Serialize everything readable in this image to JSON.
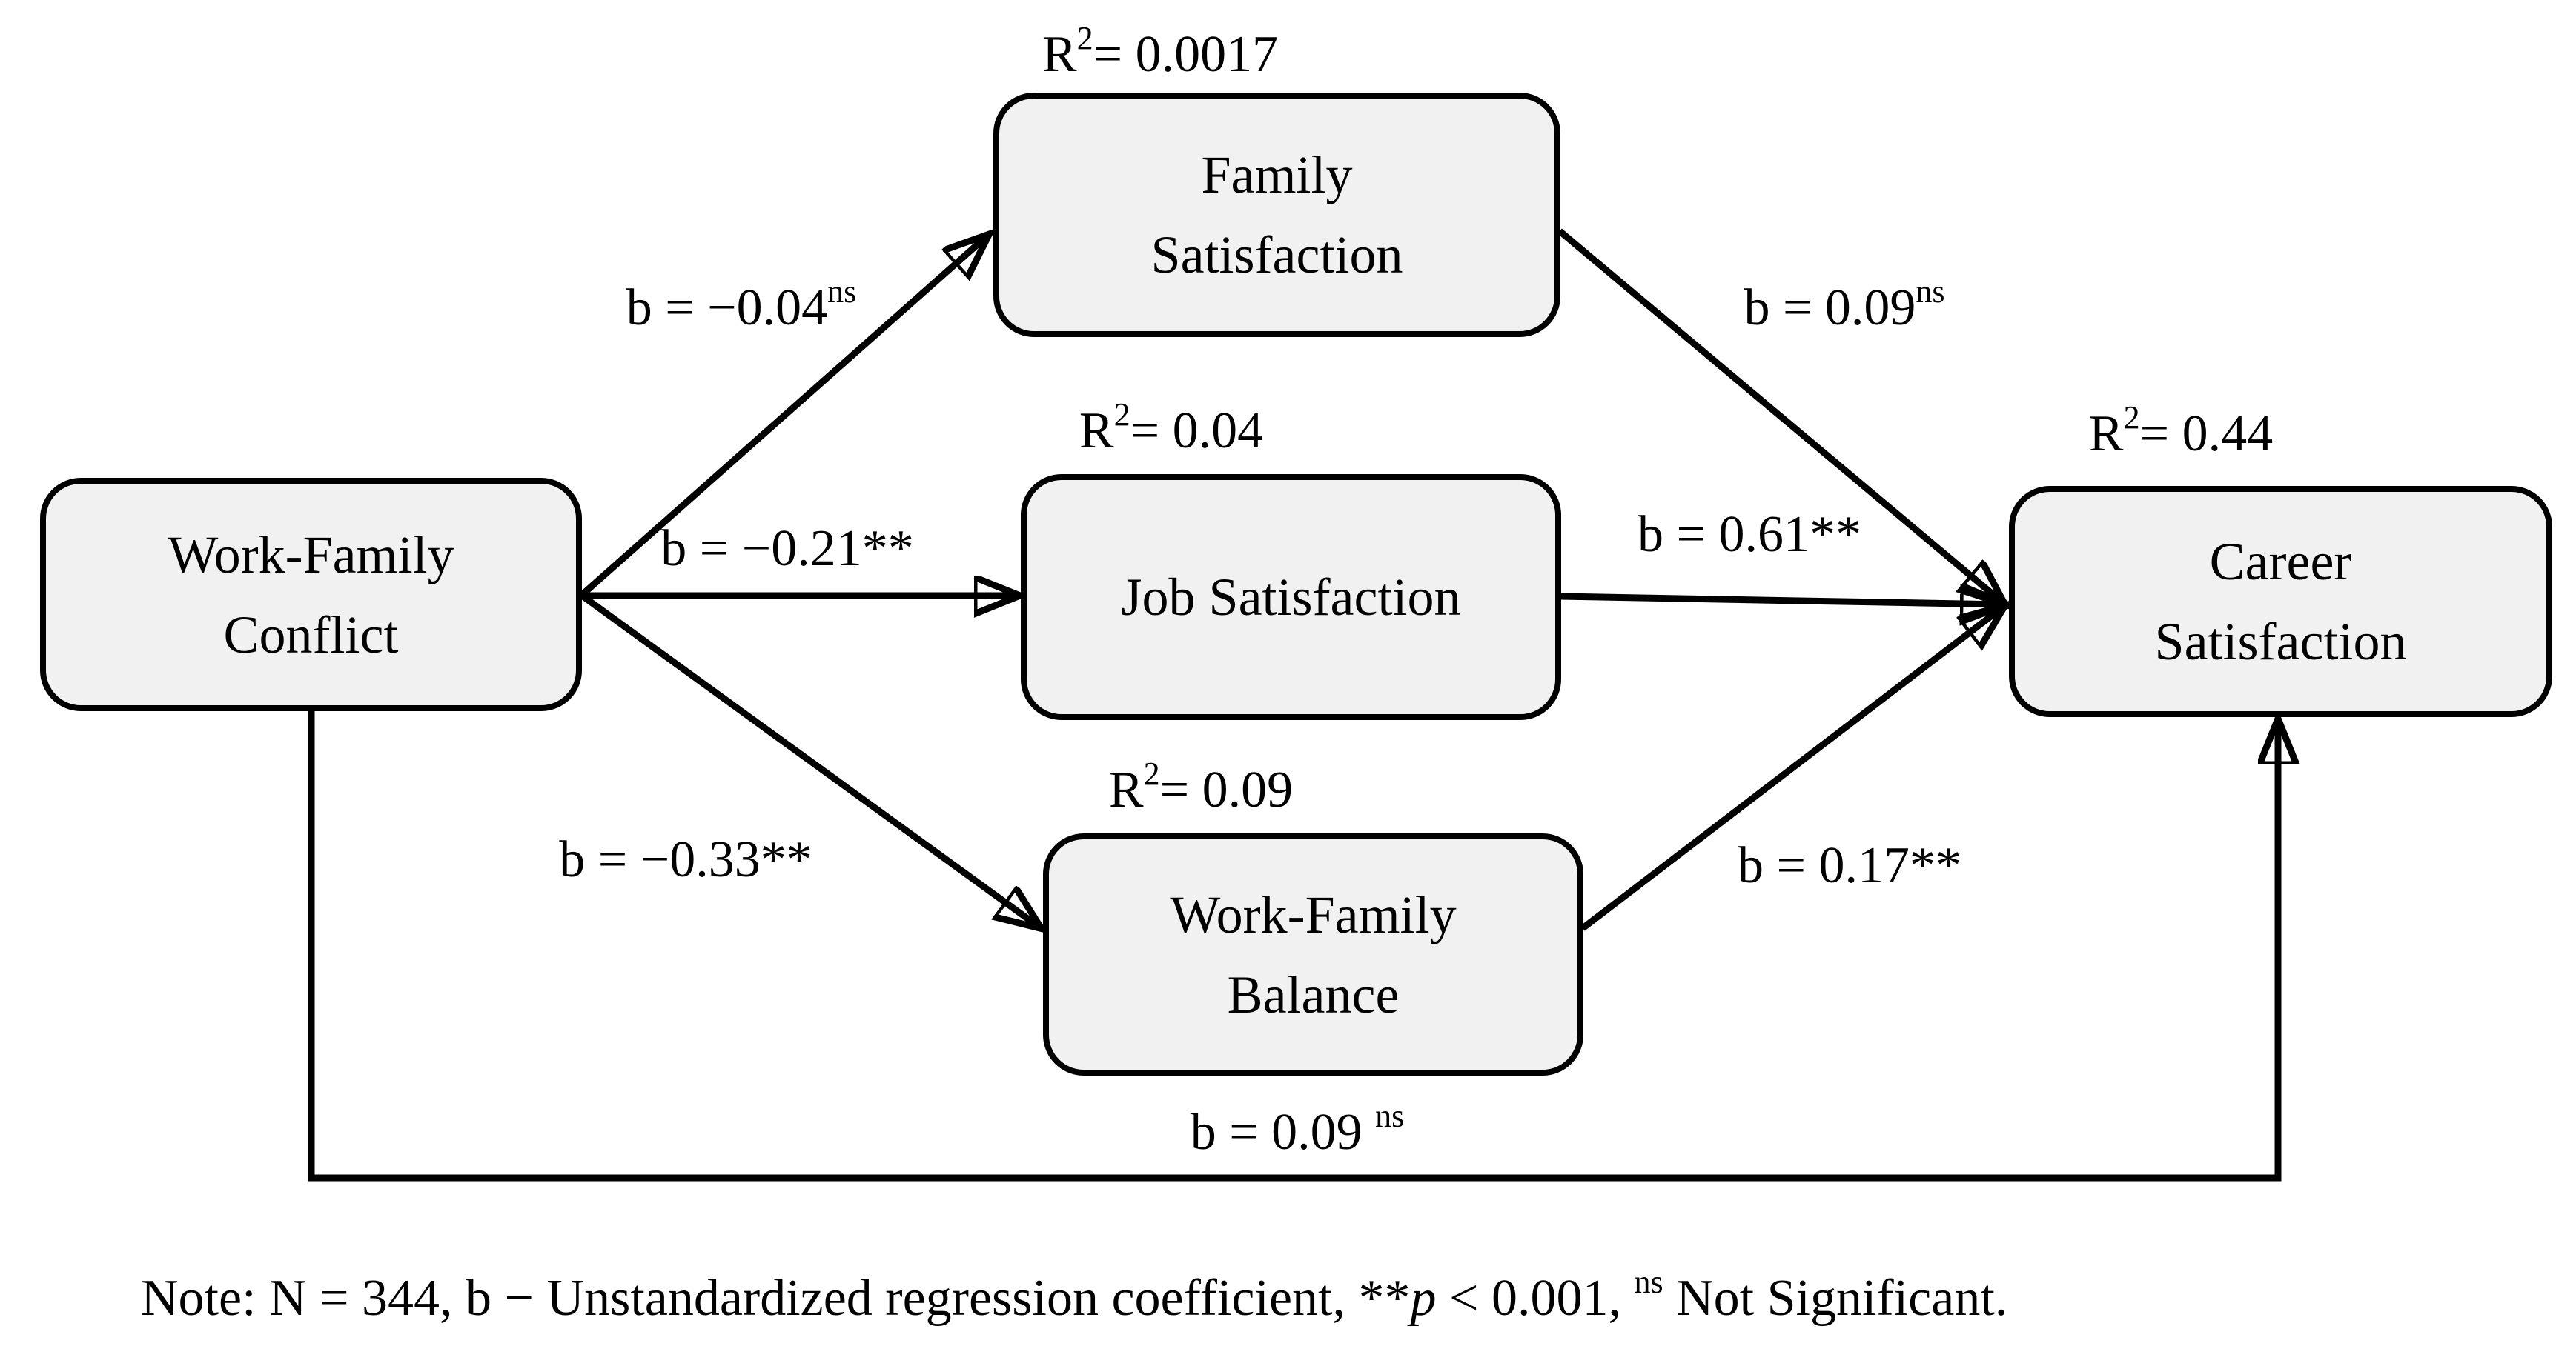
{
  "figure": {
    "background": "#ffffff",
    "box_fill": "#f1f1f1",
    "box_border": "#000000",
    "line_color": "#000000"
  },
  "nodes": {
    "wfc": {
      "line1": "Work-Family",
      "line2": "Conflict"
    },
    "fam": {
      "line1": "Family",
      "line2": "Satisfaction",
      "r2_prefix": "R",
      "r2_sup": "2",
      "r2_rest": "= 0.0017"
    },
    "job": {
      "line1": "Job Satisfaction",
      "r2_prefix": "R",
      "r2_sup": "2",
      "r2_rest": "= 0.04"
    },
    "wfb": {
      "line1": "Work-Family",
      "line2": "Balance",
      "r2_prefix": "R",
      "r2_sup": "2",
      "r2_rest": "= 0.09"
    },
    "car": {
      "line1": "Career",
      "line2": "Satisfaction",
      "r2_prefix": "R",
      "r2_sup": "2",
      "r2_rest": "= 0.44"
    }
  },
  "edges": {
    "wfc_fam": {
      "main": "b = −0.04",
      "sup": "ns"
    },
    "wfc_job": {
      "main": "b = −0.21**",
      "sup": ""
    },
    "wfc_wfb": {
      "main": "b = −0.33**",
      "sup": ""
    },
    "fam_car": {
      "main": "b = 0.09",
      "sup": "ns"
    },
    "job_car": {
      "main": "b = 0.61**",
      "sup": ""
    },
    "wfb_car": {
      "main": "b = 0.17**",
      "sup": ""
    },
    "wfc_car": {
      "main": "b = 0.09 ",
      "sup": "ns"
    }
  },
  "note": {
    "part1": "Note: N = 344, b − Unstandardized regression coefficient, **",
    "p_italic": "p",
    "part2": " < 0.001, ",
    "sup": "ns",
    "part3": " Not Significant."
  }
}
